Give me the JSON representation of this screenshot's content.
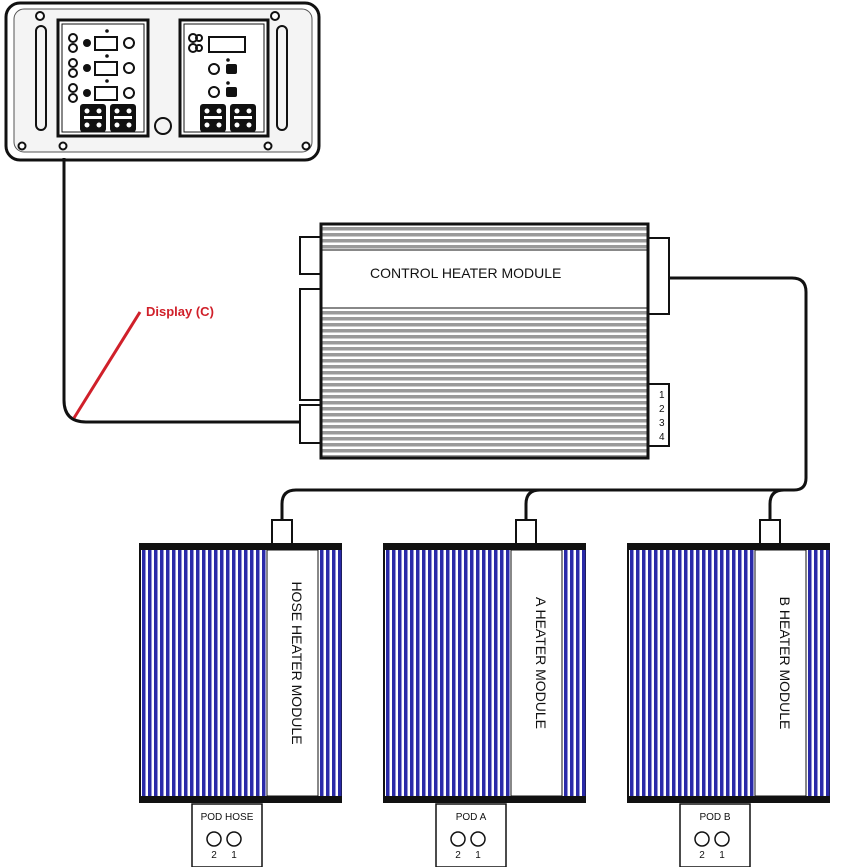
{
  "callout": {
    "label": "Display (C)",
    "color": "#d0202a"
  },
  "control_module": {
    "label": "CONTROL HEATER MODULE",
    "ports": [
      "1",
      "2",
      "3",
      "4"
    ]
  },
  "heater_modules": [
    {
      "label": "HOSE HEATER MODULE",
      "pod_label": "POD HOSE",
      "pod_ports": [
        "2",
        "1"
      ]
    },
    {
      "label": "A HEATER MODULE",
      "pod_label": "POD A",
      "pod_ports": [
        "2",
        "1"
      ]
    },
    {
      "label": "B HEATER MODULE",
      "pod_label": "POD B",
      "pod_ports": [
        "2",
        "1"
      ]
    }
  ],
  "colors": {
    "fin_blue": "#2a2aa8",
    "fin_gray": "#9a9a9a",
    "line": "#111111"
  }
}
